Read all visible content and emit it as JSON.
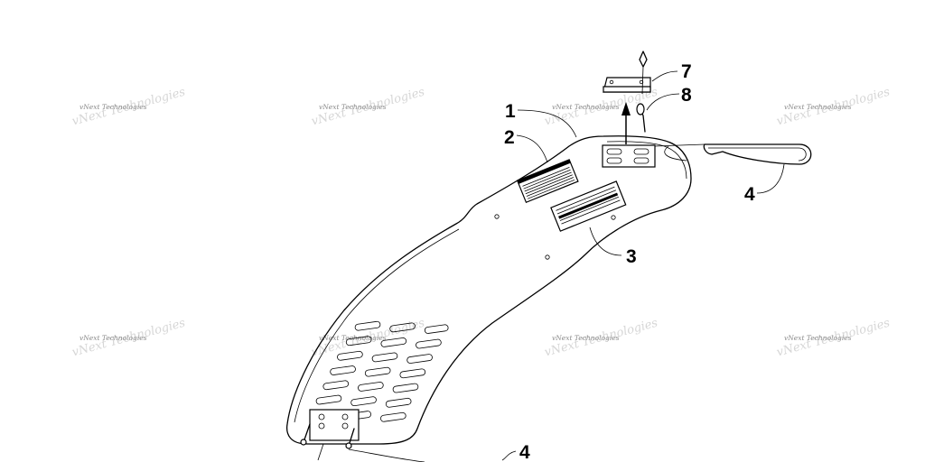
{
  "callouts": [
    "1",
    "2",
    "3",
    "4",
    "7",
    "8",
    "4"
  ],
  "watermark": "vNext Technologies",
  "icons": [
    "arrow-up-icon"
  ]
}
